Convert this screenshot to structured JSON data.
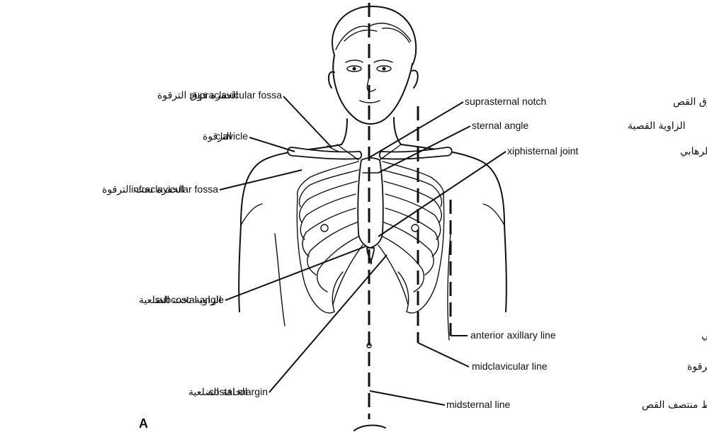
{
  "figure": {
    "panel_letter": "A",
    "labels": {
      "supraclavicular_fossa": {
        "en": "supraclavicular fossa",
        "ar": "الحفرة فوق الترقوة"
      },
      "clavicle": {
        "en": "clavicle",
        "ar": "الترقوة"
      },
      "infraclavicular_fossa": {
        "en": "infraclavicular fossa",
        "ar": "الحفرة تحت الترقوة"
      },
      "subcostal_angle": {
        "en": "subcostal angle",
        "ar": "الزاوية تحت الضلعية"
      },
      "costal_margin": {
        "en": "costal margin",
        "ar": "الحافة الضلعية"
      },
      "suprasternal_notch": {
        "en": "suprasternal notch",
        "ar": "الثلمة فوق القص"
      },
      "sternal_angle": {
        "en": "sternal angle",
        "ar": "الزاوية القصية"
      },
      "xiphisternal_joint": {
        "en": "xiphisternal joint",
        "ar": "المفصل الرهابي"
      },
      "anterior_axillary_line": {
        "en": "anterior axillary line",
        "ar": "الخط الإبطي الأمامي"
      },
      "midclavicular_line": {
        "en": "midclavicular line",
        "ar": "خط منتصف الترقوة"
      },
      "midsternal_line": {
        "en": "midsternal line",
        "ar": "خط منتصف القص"
      }
    }
  }
}
